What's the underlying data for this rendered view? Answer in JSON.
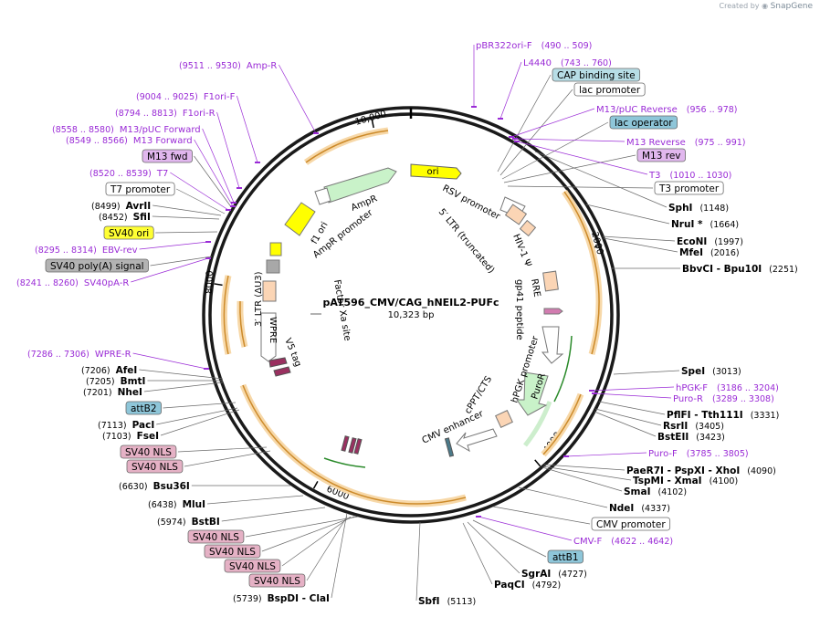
{
  "branding": {
    "created_by": "Created by",
    "product": "SnapGene"
  },
  "plasmid": {
    "name": "pAT596_CMV/CAG_hNEIL2-PUFc",
    "size": "10,323 bp"
  },
  "ticks": [
    {
      "label": "10,000",
      "bp": 10000
    },
    {
      "label": "2000",
      "bp": 2000
    },
    {
      "label": "4000",
      "bp": 4000
    },
    {
      "label": "6000",
      "bp": 6000
    },
    {
      "label": "8000",
      "bp": 8000
    }
  ],
  "labels": [
    {
      "id": "pbr322",
      "kind": "primer",
      "name": "pBR322ori-F",
      "range": "(490 .. 509)"
    },
    {
      "id": "l4440",
      "kind": "primer",
      "name": "L4440",
      "range": "(743 .. 760)"
    },
    {
      "id": "cap",
      "kind": "box",
      "name": "CAP binding site",
      "color": "#b7dde6"
    },
    {
      "id": "lacprom",
      "kind": "box",
      "name": "lac promoter",
      "color": "#ffffff"
    },
    {
      "id": "m13puc_rev",
      "kind": "primer",
      "name": "M13/pUC Reverse",
      "range": "(956 .. 978)"
    },
    {
      "id": "lacop",
      "kind": "box",
      "name": "lac operator",
      "color": "#8ec6d9"
    },
    {
      "id": "m13rev",
      "kind": "primer",
      "name": "M13 Reverse",
      "range": "(975 .. 991)"
    },
    {
      "id": "m13revbox",
      "kind": "box",
      "name": "M13 rev",
      "color": "#e1b7ee"
    },
    {
      "id": "t3",
      "kind": "primer",
      "name": "T3",
      "range": "(1010 .. 1030)"
    },
    {
      "id": "t3prom",
      "kind": "box",
      "name": "T3 promoter",
      "color": "#ffffff"
    },
    {
      "id": "sphi",
      "kind": "enzyme",
      "name": "SphI",
      "pos": "(1148)"
    },
    {
      "id": "nrui",
      "kind": "enzyme",
      "name": "NruI *",
      "pos": "(1664)"
    },
    {
      "id": "econi",
      "kind": "enzyme",
      "name": "EcoNI",
      "pos": "(1997)"
    },
    {
      "id": "mfei",
      "kind": "enzyme",
      "name": "MfeI",
      "pos": "(2016)"
    },
    {
      "id": "bbvci",
      "kind": "enzyme",
      "name": "BbvCI  - Bpu10I",
      "pos": "(2251)"
    },
    {
      "id": "spei",
      "kind": "enzyme",
      "name": "SpeI",
      "pos": "(3013)"
    },
    {
      "id": "hpgkf",
      "kind": "primer",
      "name": "hPGK-F",
      "range": "(3186 .. 3204)"
    },
    {
      "id": "puror",
      "kind": "primer",
      "name": "Puro-R",
      "range": "(3289 .. 3308)"
    },
    {
      "id": "pflfi",
      "kind": "enzyme",
      "name": "PflFI  - Tth111I",
      "pos": "(3331)"
    },
    {
      "id": "rsrii",
      "kind": "enzyme",
      "name": "RsrII",
      "pos": "(3405)"
    },
    {
      "id": "bsteii",
      "kind": "enzyme",
      "name": "BstEII",
      "pos": "(3423)"
    },
    {
      "id": "purof",
      "kind": "primer",
      "name": "Puro-F",
      "range": "(3785 .. 3805)"
    },
    {
      "id": "paer7i",
      "kind": "enzyme",
      "name": "PaeR7I  - PspXI  - XhoI",
      "pos": "(4090)"
    },
    {
      "id": "tspmi",
      "kind": "enzyme",
      "name": "TspMI  - XmaI",
      "pos": "(4100)"
    },
    {
      "id": "smai",
      "kind": "enzyme",
      "name": "SmaI",
      "pos": "(4102)"
    },
    {
      "id": "ndei",
      "kind": "enzyme",
      "name": "NdeI",
      "pos": "(4337)"
    },
    {
      "id": "cmvprom",
      "kind": "box",
      "name": "CMV promoter",
      "color": "#ffffff"
    },
    {
      "id": "cmvf",
      "kind": "primer",
      "name": "CMV-F",
      "range": "(4622 .. 4642)"
    },
    {
      "id": "attb1",
      "kind": "box",
      "name": "attB1",
      "color": "#8ec6d9"
    },
    {
      "id": "sgrai",
      "kind": "enzyme",
      "name": "SgrAI",
      "pos": "(4727)"
    },
    {
      "id": "paqci",
      "kind": "enzyme",
      "name": "PaqCI",
      "pos": "(4792)"
    },
    {
      "id": "sbfi",
      "kind": "enzyme",
      "name": "SbfI",
      "pos": "(5113)"
    },
    {
      "id": "bspdi",
      "kind": "enzyme",
      "name": "BspDI  - ClaI",
      "pos": "(5739)"
    },
    {
      "id": "nls1",
      "kind": "box",
      "name": "SV40 NLS",
      "color": "#e5b1c5"
    },
    {
      "id": "nls2",
      "kind": "box",
      "name": "SV40 NLS",
      "color": "#e5b1c5"
    },
    {
      "id": "nls3",
      "kind": "box",
      "name": "SV40 NLS",
      "color": "#e5b1c5"
    },
    {
      "id": "nls4",
      "kind": "box",
      "name": "SV40 NLS",
      "color": "#e5b1c5"
    },
    {
      "id": "bstbi",
      "kind": "enzyme",
      "name": "BstBI",
      "pos": "(5974)"
    },
    {
      "id": "mlui",
      "kind": "enzyme",
      "name": "MluI",
      "pos": "(6438)"
    },
    {
      "id": "bsu36i",
      "kind": "enzyme",
      "name": "Bsu36I",
      "pos": "(6630)"
    },
    {
      "id": "nls5",
      "kind": "box",
      "name": "SV40 NLS",
      "color": "#e5b1c5"
    },
    {
      "id": "nls6",
      "kind": "box",
      "name": "SV40 NLS",
      "color": "#e5b1c5"
    },
    {
      "id": "fsei",
      "kind": "enzyme",
      "name": "FseI",
      "pos": "(7103)"
    },
    {
      "id": "paci",
      "kind": "enzyme",
      "name": "PacI",
      "pos": "(7113)"
    },
    {
      "id": "attb2",
      "kind": "box",
      "name": "attB2",
      "color": "#8ec6d9"
    },
    {
      "id": "nhei",
      "kind": "enzyme",
      "name": "NheI",
      "pos": "(7201)"
    },
    {
      "id": "bmti",
      "kind": "enzyme",
      "name": "BmtI",
      "pos": "(7205)"
    },
    {
      "id": "afei",
      "kind": "enzyme",
      "name": "AfeI",
      "pos": "(7206)"
    },
    {
      "id": "wprer",
      "kind": "primer",
      "name": "WPRE-R",
      "range": "(7286 .. 7306)"
    },
    {
      "id": "sv40par",
      "kind": "primer",
      "name": "SV40pA-R",
      "range": "(8241 .. 8260)"
    },
    {
      "id": "sv40poly",
      "kind": "box",
      "name": "SV40 poly(A) signal",
      "color": "#b3b3b3"
    },
    {
      "id": "ebvrev",
      "kind": "primer",
      "name": "EBV-rev",
      "range": "(8295 .. 8314)"
    },
    {
      "id": "sv40ori",
      "kind": "box",
      "name": "SV40 ori",
      "color": "#ffff33"
    },
    {
      "id": "sfii",
      "kind": "enzyme",
      "name": "SfiI",
      "pos": "(8452)"
    },
    {
      "id": "avrii",
      "kind": "enzyme",
      "name": "AvrII",
      "pos": "(8499)"
    },
    {
      "id": "t7prom",
      "kind": "box",
      "name": "T7 promoter",
      "color": "#ffffff"
    },
    {
      "id": "t7",
      "kind": "primer",
      "name": "T7",
      "range": "(8520 .. 8539)"
    },
    {
      "id": "m13fwdbox",
      "kind": "box",
      "name": "M13 fwd",
      "color": "#e1b7ee"
    },
    {
      "id": "m13fwd",
      "kind": "primer",
      "name": "M13 Forward",
      "range": "(8549 .. 8566)"
    },
    {
      "id": "m13pucfwd",
      "kind": "primer",
      "name": "M13/pUC Forward",
      "range": "(8558 .. 8580)"
    },
    {
      "id": "f1orir",
      "kind": "primer",
      "name": "F1ori-R",
      "range": "(8794 .. 8813)"
    },
    {
      "id": "f1orif",
      "kind": "primer",
      "name": "F1ori-F",
      "range": "(9004 .. 9025)"
    },
    {
      "id": "ampr",
      "kind": "primer",
      "name": "Amp-R",
      "range": "(9511 .. 9530)"
    }
  ],
  "features": [
    {
      "id": "ori",
      "name": "ori",
      "color": "#ffff00"
    },
    {
      "id": "rsv",
      "name": "RSV promoter"
    },
    {
      "id": "ltr5",
      "name": "5′ LTR (truncated)"
    },
    {
      "id": "hiv",
      "name": "HIV-1 Ψ"
    },
    {
      "id": "rre",
      "name": "RRE"
    },
    {
      "id": "gp41",
      "name": "gp41 peptide"
    },
    {
      "id": "hpgk",
      "name": "hPGK promoter"
    },
    {
      "id": "puro",
      "name": "PuroR",
      "color": "#c9f2c9"
    },
    {
      "id": "cppt",
      "name": "cPPT/CTS"
    },
    {
      "id": "cmvenh",
      "name": "CMV enhancer"
    },
    {
      "id": "v5",
      "name": "V5 tag"
    },
    {
      "id": "wpre",
      "name": "WPRE"
    },
    {
      "id": "ltr3",
      "name": "3′ LTR (ΔU3)"
    },
    {
      "id": "f1ori",
      "name": "f1 ori"
    },
    {
      "id": "amprprom",
      "name": "AmpR promoter"
    },
    {
      "id": "amprgene",
      "name": "AmpR",
      "color": "#c9f2c9"
    },
    {
      "id": "factorxa",
      "name": "Factor Xa site"
    }
  ]
}
